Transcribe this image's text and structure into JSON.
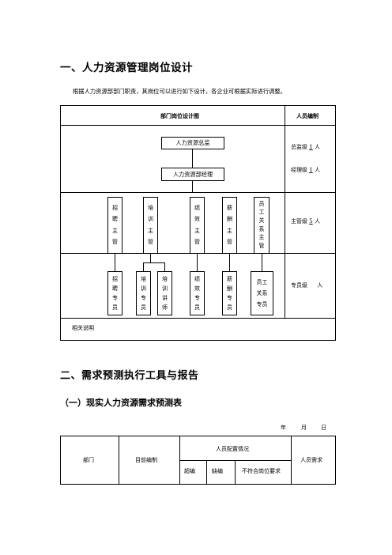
{
  "section1": {
    "heading": "一、人力资源管理岗位设计",
    "intro": "根据人力资源部部门职责，其岗位可以进行如下设计，各企业可根据实际进行调整。"
  },
  "chart_table": {
    "header_left": "部门岗位设计图",
    "header_right": "人员编制",
    "director_box": "人力资源总监",
    "manager_box": "人力资源部经理",
    "supervisors": [
      {
        "chars": [
          "招",
          "聘",
          "主",
          "管"
        ]
      },
      {
        "chars": [
          "培",
          "训",
          "主",
          "管"
        ]
      },
      {
        "chars": [
          "绩",
          "效",
          "主",
          "管"
        ]
      },
      {
        "chars": [
          "薪",
          "酬",
          "主",
          "管"
        ]
      },
      {
        "chars": [
          "员",
          "工",
          "关",
          "系",
          "主",
          "管"
        ]
      }
    ],
    "specialists": [
      {
        "chars": [
          "招",
          "聘",
          "专",
          "员"
        ]
      },
      {
        "chars": [
          "培",
          "训",
          "专",
          "员"
        ]
      },
      {
        "chars": [
          "培",
          "训",
          "讲",
          "师"
        ]
      },
      {
        "chars": [
          "绩",
          "效",
          "专",
          "员"
        ]
      },
      {
        "chars": [
          "薪",
          "酬",
          "专",
          "员"
        ]
      },
      {
        "chars": [
          "员工",
          "关系",
          "专员"
        ]
      }
    ],
    "staffing": {
      "director_label": "总监级",
      "director_count": "1",
      "manager_label": "经理级",
      "manager_count": "1",
      "supervisor_label": "主管级",
      "supervisor_count": "5",
      "specialist_label": "专员级",
      "specialist_count": "",
      "unit": "人"
    },
    "notes_label": "相关说明"
  },
  "section2": {
    "heading": "二、需求预测执行工具与报告",
    "sub_heading": "（一）现实人力资源需求预测表",
    "date_year": "年",
    "date_month": "月",
    "date_day": "日"
  },
  "forecast_table": {
    "col_department": "部门",
    "col_current": "目前编制",
    "col_config": "人员配置情况",
    "col_over": "超编",
    "col_short": "缺编",
    "col_mismatch": "不符合岗位要求",
    "col_need": "人员需求"
  }
}
